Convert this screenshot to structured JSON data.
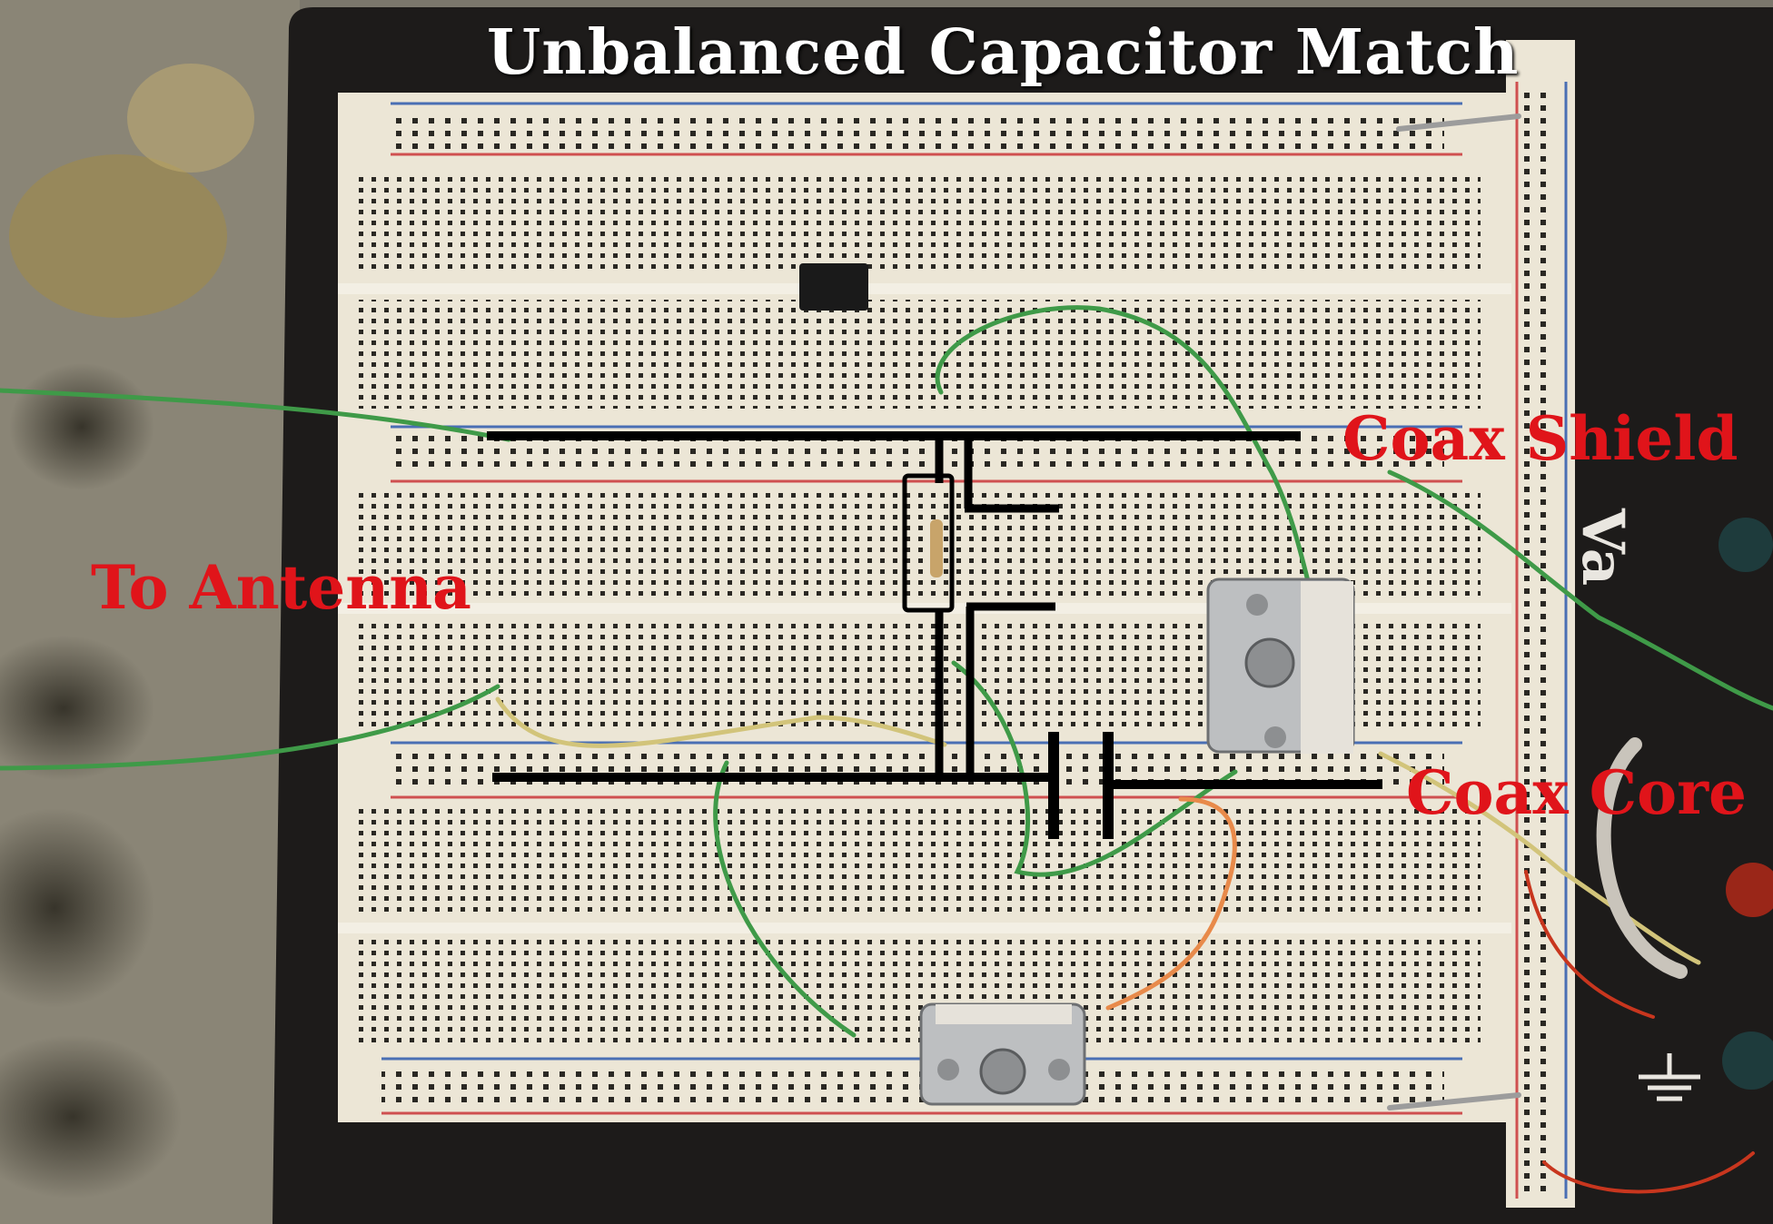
{
  "title": "Unbalanced Capacitor Match",
  "labels": {
    "to_antenna": "To Antenna",
    "coax_shield": "Coax Shield",
    "coax_core": "Coax Core"
  },
  "board_text": "Va",
  "colors": {
    "title_text": "#ffffff",
    "label_text": "#e0141a",
    "schematic_line": "#000000",
    "breadboard": "#ece6d6",
    "base_plate": "#1d1b1a",
    "wire_green": "#3f9a48",
    "wire_yellow": "#d2c47a",
    "wire_orange": "#e88a4a",
    "rail_red": "#cf5050",
    "rail_blue": "#4a6fb4"
  },
  "icons": [
    "ground-symbol-icon",
    "trimmer-capacitor-icon",
    "ic-chip-icon",
    "resistor-icon"
  ]
}
